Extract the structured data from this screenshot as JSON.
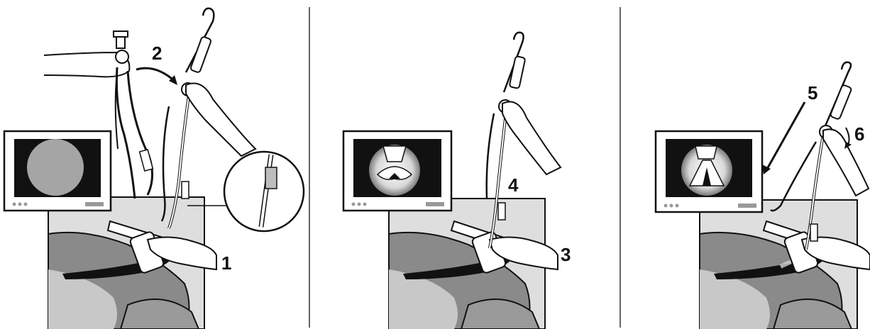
{
  "panels": [
    {
      "id": "panel-1",
      "step_labels": [
        "1",
        "2"
      ],
      "monitor_view": "blank-gray-circle"
    },
    {
      "id": "panel-2",
      "step_labels": [
        "3",
        "4"
      ],
      "monitor_view": "glottis-with-epiglottis"
    },
    {
      "id": "panel-3",
      "step_labels": [
        "5",
        "6"
      ],
      "monitor_view": "vocal-cords-tube-through"
    }
  ],
  "colors": {
    "outline": "#111111",
    "screen": "#111111",
    "blank_view": "#a5a5a5",
    "patient_dark": "#8a8a8a",
    "patient_light": "#c8c8c8",
    "background_box": "#dedede",
    "skin": "#ffffff",
    "divider": "#333333"
  },
  "icons": [
    "hand-icon",
    "arrow-icon",
    "magnifier-circle",
    "monitor-icon",
    "fiberscope-icon",
    "laryngoscope-icon"
  ]
}
